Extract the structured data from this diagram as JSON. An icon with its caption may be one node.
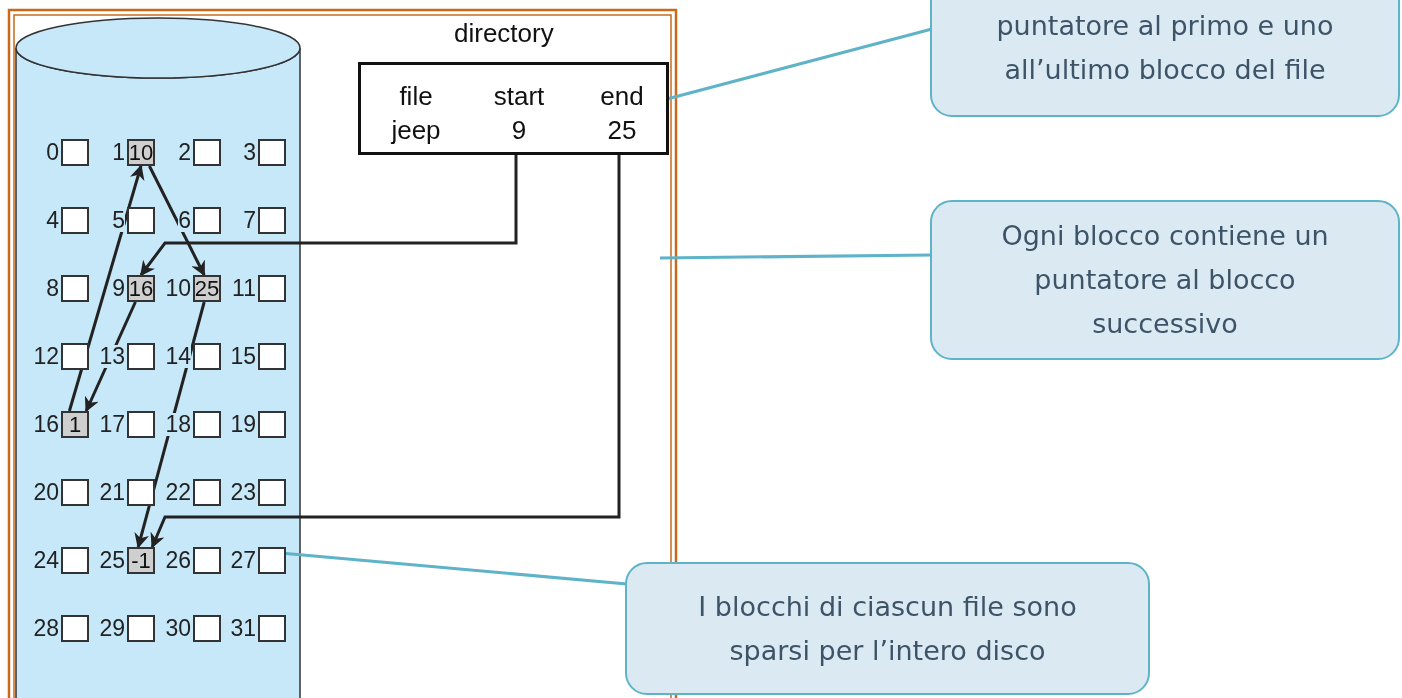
{
  "diagram": {
    "nodes": [
      {
        "text": [],
        "shape": "cylinder"
      },
      {
        "text": [],
        "shape": "box",
        "in": 0,
        "beside": [
          "0"
        ]
      },
      {
        "text": [
          "10"
        ],
        "in": 0,
        "beside": [
          "1"
        ]
      },
      {
        "text": [],
        "shape": "box",
        "in": 0,
        "beside": [
          "2"
        ]
      },
      {
        "text": [],
        "shape": "box",
        "in": 0,
        "beside": [
          "3"
        ]
      },
      {
        "text": [],
        "shape": "box",
        "in": 0,
        "beside": [
          "4"
        ]
      },
      {
        "text": [],
        "shape": "box",
        "in": 0,
        "beside": [
          "5"
        ]
      },
      {
        "text": [],
        "shape": "box",
        "in": 0,
        "beside": [
          "6"
        ]
      },
      {
        "text": [],
        "shape": "box",
        "in": 0,
        "beside": [
          "7"
        ]
      },
      {
        "text": [],
        "shape": "box",
        "in": 0,
        "beside": [
          "8"
        ]
      },
      {
        "text": [
          "16"
        ],
        "in": 0,
        "beside": [
          "9"
        ]
      },
      {
        "text": [
          "25"
        ],
        "in": 0,
        "beside": [
          "10"
        ]
      },
      {
        "text": [],
        "shape": "box",
        "in": 0,
        "beside": [
          "11"
        ]
      },
      {
        "text": [],
        "shape": "box",
        "in": 0,
        "beside": [
          "12"
        ]
      },
      {
        "text": [],
        "shape": "box",
        "in": 0,
        "beside": [
          "13"
        ]
      },
      {
        "text": [],
        "shape": "box",
        "in": 0,
        "beside": [
          "14"
        ]
      },
      {
        "text": [],
        "shape": "box",
        "in": 0,
        "beside": [
          "15"
        ]
      },
      {
        "text": [
          "1"
        ],
        "in": 0,
        "beside": [
          "16"
        ]
      },
      {
        "text": [],
        "shape": "box",
        "in": 0,
        "beside": [
          "17"
        ]
      },
      {
        "text": [],
        "shape": "box",
        "in": 0,
        "beside": [
          "18"
        ]
      },
      {
        "text": [],
        "shape": "box",
        "in": 0,
        "beside": [
          "19"
        ]
      },
      {
        "text": [],
        "shape": "box",
        "in": 0,
        "beside": [
          "20"
        ]
      },
      {
        "text": [],
        "shape": "box",
        "in": 0,
        "beside": [
          "21"
        ]
      },
      {
        "text": [],
        "shape": "box",
        "in": 0,
        "beside": [
          "22"
        ]
      },
      {
        "text": [],
        "shape": "box",
        "in": 0,
        "beside": [
          "23"
        ]
      },
      {
        "text": [],
        "shape": "box",
        "in": 0,
        "beside": [
          "24"
        ]
      },
      {
        "text": [
          "-1"
        ],
        "in": 0,
        "beside": [
          "25"
        ]
      },
      {
        "text": [],
        "shape": "box",
        "in": 0,
        "beside": [
          "26"
        ]
      },
      {
        "text": [],
        "shape": "box",
        "in": 0,
        "beside": [
          "27"
        ]
      },
      {
        "text": [],
        "shape": "box",
        "in": 0,
        "beside": [
          "28"
        ]
      },
      {
        "text": [],
        "shape": "box",
        "in": 0,
        "beside": [
          "29"
        ]
      },
      {
        "text": [],
        "shape": "box",
        "in": 0,
        "beside": [
          "30"
        ]
      },
      {
        "text": [],
        "shape": "box",
        "in": 0,
        "beside": [
          "31"
        ]
      },
      {
        "text": [
          "directory"
        ]
      },
      {
        "text": [
          "file"
        ],
        "in": 33
      },
      {
        "text": [
          "start"
        ],
        "in": 33
      },
      {
        "text": [
          "end"
        ],
        "in": 33
      },
      {
        "text": [
          "jeep"
        ],
        "in": 33
      },
      {
        "text": [
          "9"
        ],
        "in": 33
      },
      {
        "text": [
          "25"
        ],
        "in": 33
      },
      {
        "text": [
          "puntatore al primo e uno all’ultimo blocco del file"
        ]
      },
      {
        "text": [
          "Ogni blocco contiene un puntatore al blocco successivo"
        ]
      },
      {
        "text": [
          "I blocchi di ciascun file sono sparsi per l’intero disco"
        ]
      }
    ],
    "edges": [
      {
        "from": 38,
        "to": 10,
        "arrow": "to"
      },
      {
        "from": 39,
        "to": 26,
        "arrow": "to"
      },
      {
        "from": 10,
        "to": 17,
        "arrow": "to"
      },
      {
        "from": 17,
        "to": 2,
        "arrow": "to"
      },
      {
        "from": 2,
        "to": 11,
        "arrow": "to"
      },
      {
        "from": 11,
        "to": 26,
        "arrow": "to"
      },
      {
        "from": 40,
        "to": 39,
        "arrow": "none",
        "color": "#5fb3c9"
      },
      {
        "from": 41,
        "to": null,
        "arrow": "none",
        "color": "#5fb3c9"
      },
      {
        "from": 42,
        "to": 28,
        "arrow": "none",
        "color": "#5fb3c9"
      }
    ]
  }
}
